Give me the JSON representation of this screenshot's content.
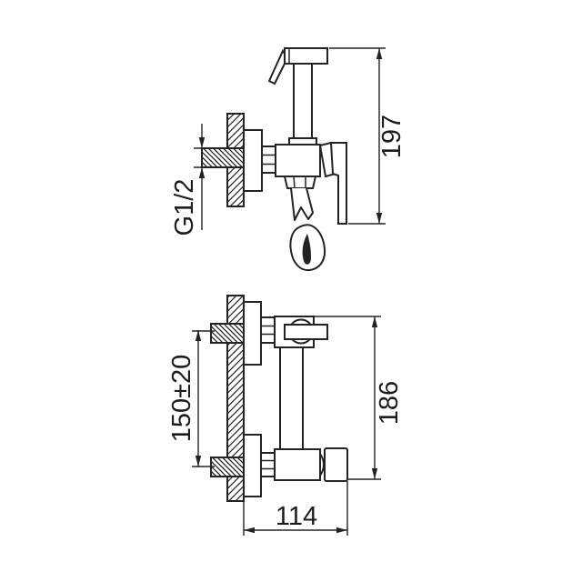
{
  "colors": {
    "background": "#ffffff",
    "line": "#232323",
    "text": "#1c1c1c"
  },
  "dimensions": {
    "overall_height": "197",
    "inlet_thread": "G1/2",
    "inlet_spacing": "150±20",
    "mount_height": "186",
    "overall_depth": "114"
  }
}
